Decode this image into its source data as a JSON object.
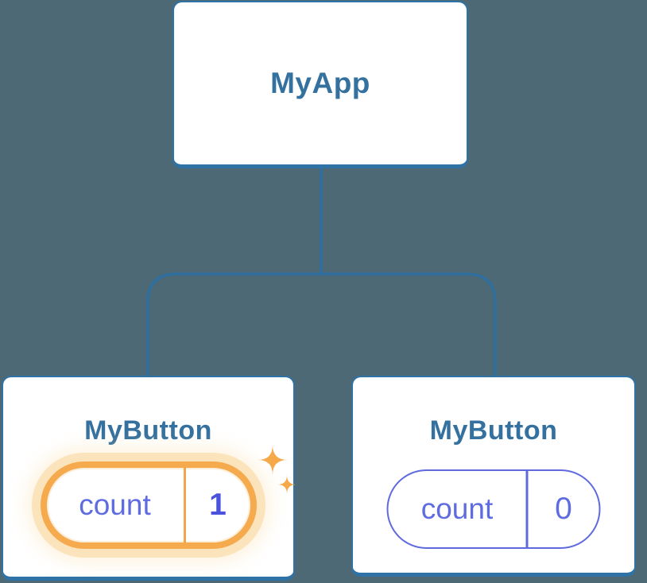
{
  "diagram": {
    "kind": "react-component-tree",
    "tree": {
      "root": {
        "label": "MyApp"
      },
      "children": [
        {
          "label": "MyButton",
          "state": {
            "key": "count",
            "value": "1"
          },
          "highlighted": true
        },
        {
          "label": "MyButton",
          "state": {
            "key": "count",
            "value": "0"
          },
          "highlighted": false
        }
      ]
    },
    "icons": {
      "sparkle_large": "4-point-star",
      "sparkle_small": "4-point-star"
    },
    "colors": {
      "background": "#4C6975",
      "connector_line": "#2F6F9F",
      "node_border": "#2F72A6",
      "node_fill": "#FFFFFF",
      "node_label_text": "#35719F",
      "state_text": "#5F6BE0",
      "state_value_highlight_text": "#4B52DB",
      "pill_border_plain": "#5F6ADF",
      "highlight_ring": "#F5AA4E",
      "highlight_glow": "#FBE4BB",
      "sparkle": "#F5A94B"
    }
  }
}
